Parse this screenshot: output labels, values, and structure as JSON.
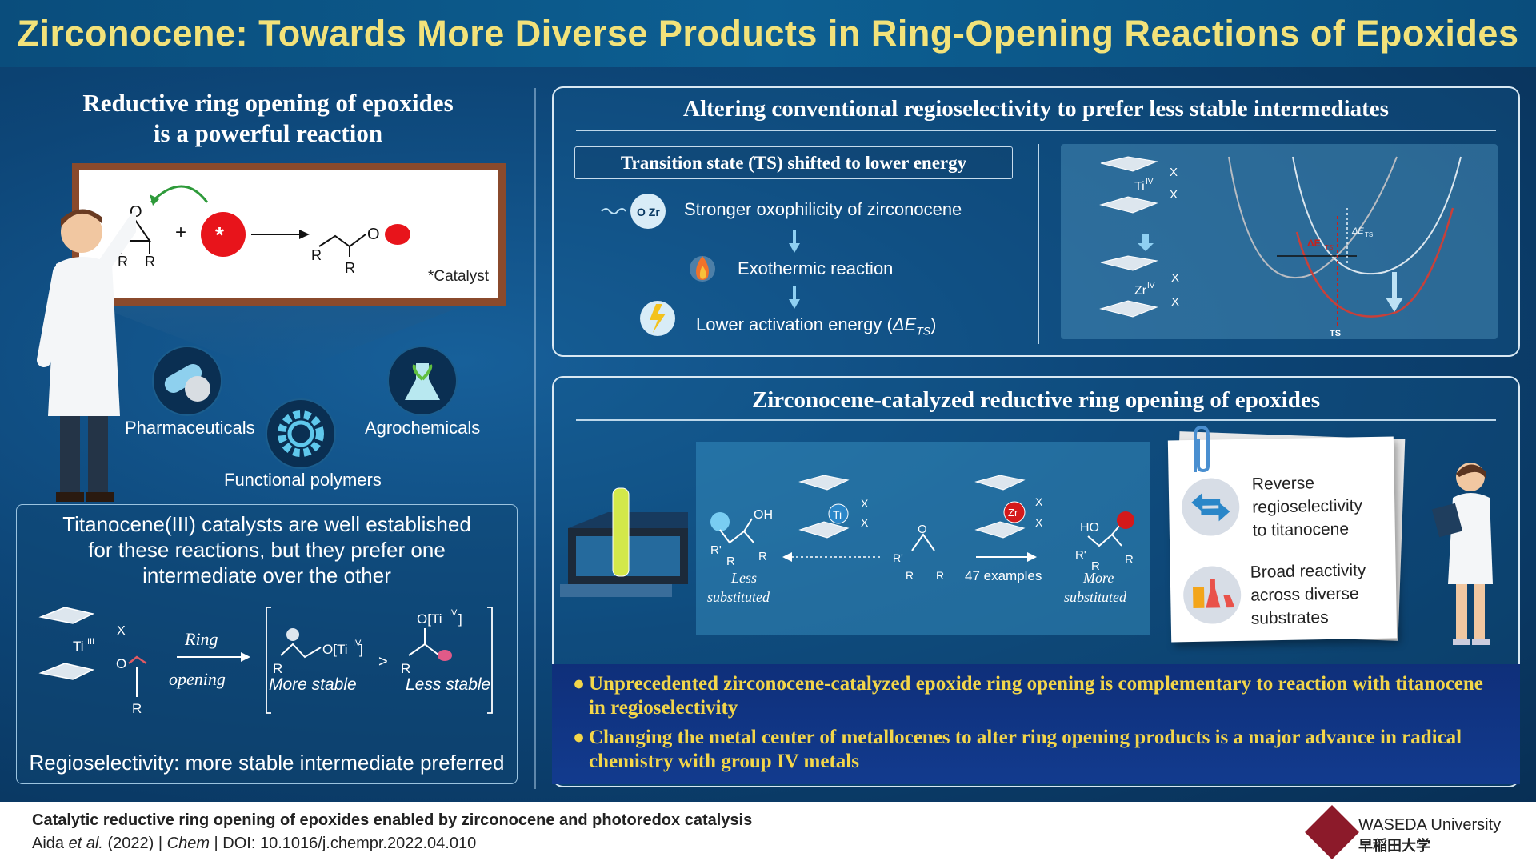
{
  "title": "Zirconocene: Towards More Diverse Products in Ring-Opening Reactions of Epoxides",
  "left": {
    "heading_line1": "Reductive ring opening of epoxides",
    "heading_line2": "is a powerful reaction",
    "catalyst_note": "*Catalyst",
    "apps": [
      "Pharmaceuticals",
      "Functional polymers",
      "Agrochemicals"
    ],
    "titanocene_line1": "Titanocene(III) catalysts are well established",
    "titanocene_line2": "for these reactions, but they prefer one",
    "titanocene_line3": "intermediate over the other",
    "ring": "Ring",
    "opening": "opening",
    "more_stable": "More stable",
    "less_stable": "Less stable",
    "otiv": "O[Ti",
    "regioselectivity": "Regioselectivity: more stable intermediate preferred"
  },
  "top_panel": {
    "heading": "Altering conventional regioselectivity to prefer less stable intermediates",
    "ts_box": "Transition state (TS) shifted to lower energy",
    "steps": [
      "Stronger oxophilicity of zirconocene",
      "Exothermic reaction",
      "Lower activation energy ("
    ],
    "delta": "ΔE",
    "ts_sub": "TS",
    "ts_label": "TS"
  },
  "bottom_panel": {
    "heading": "Zirconocene-catalyzed reductive ring opening of epoxides",
    "less": "Less",
    "substituted": "substituted",
    "more": "More",
    "examples": "47 examples",
    "reverse": [
      "Reverse",
      "regioselectivity",
      "to titanocene"
    ],
    "broad": [
      "Broad reactivity",
      "across diverse",
      "substrates"
    ]
  },
  "bullets": [
    "Unprecedented zirconocene-catalyzed epoxide ring opening is complementary to reaction with titanocene in regioselectivity",
    "Changing the metal center of metallocenes to alter ring opening products is a major advance in radical chemistry with group IV metals"
  ],
  "footer": {
    "paper_title": "Catalytic reductive ring opening of epoxides enabled by zirconocene and photoredox catalysis",
    "authors": "Aida ",
    "etal": "et al.",
    "year": " (2022)  |  ",
    "journal": "Chem",
    "doi": " | DOI: 10.1016/j.chempr.2022.04.010",
    "university": "WASEDA University",
    "university_jp": "早稲田大学"
  },
  "colors": {
    "title": "#f2e27a",
    "bullet": "#f3d64a",
    "catalyst": "#e8141b",
    "curve_red": "#c8403a",
    "waseda": "#8c1a2a"
  }
}
